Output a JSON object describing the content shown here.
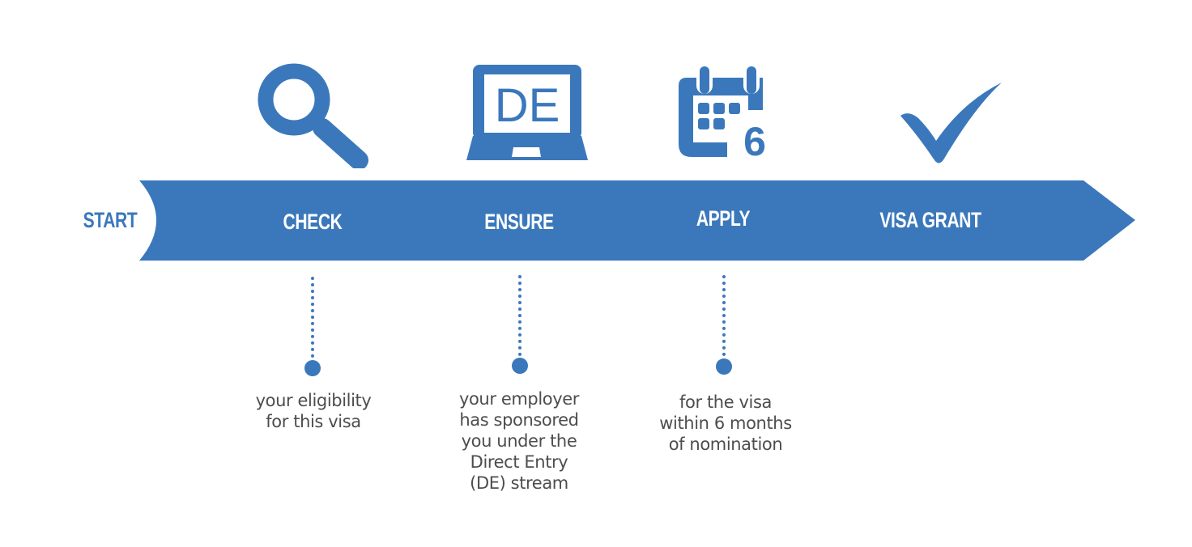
{
  "colors": {
    "primary": "#3b78bb",
    "label_text": "#ffffff",
    "desc_text": "#4d4d4d",
    "background": "#ffffff"
  },
  "timeline": {
    "start_label": "START",
    "steps": [
      {
        "label": "CHECK",
        "icon": "magnifying-glass-icon",
        "description": "your eligibility\nfor this visa"
      },
      {
        "label": "ENSURE",
        "icon": "laptop-icon",
        "icon_text": "DE",
        "description": "your employer\nhas sponsored\nyou under the\nDirect Entry\n(DE) stream"
      },
      {
        "label": "APPLY",
        "icon": "calendar-icon",
        "icon_text": "6",
        "description": "for the visa\nwithin 6 months\nof nomination"
      },
      {
        "label": "VISA GRANT",
        "icon": "checkmark-icon"
      }
    ]
  }
}
